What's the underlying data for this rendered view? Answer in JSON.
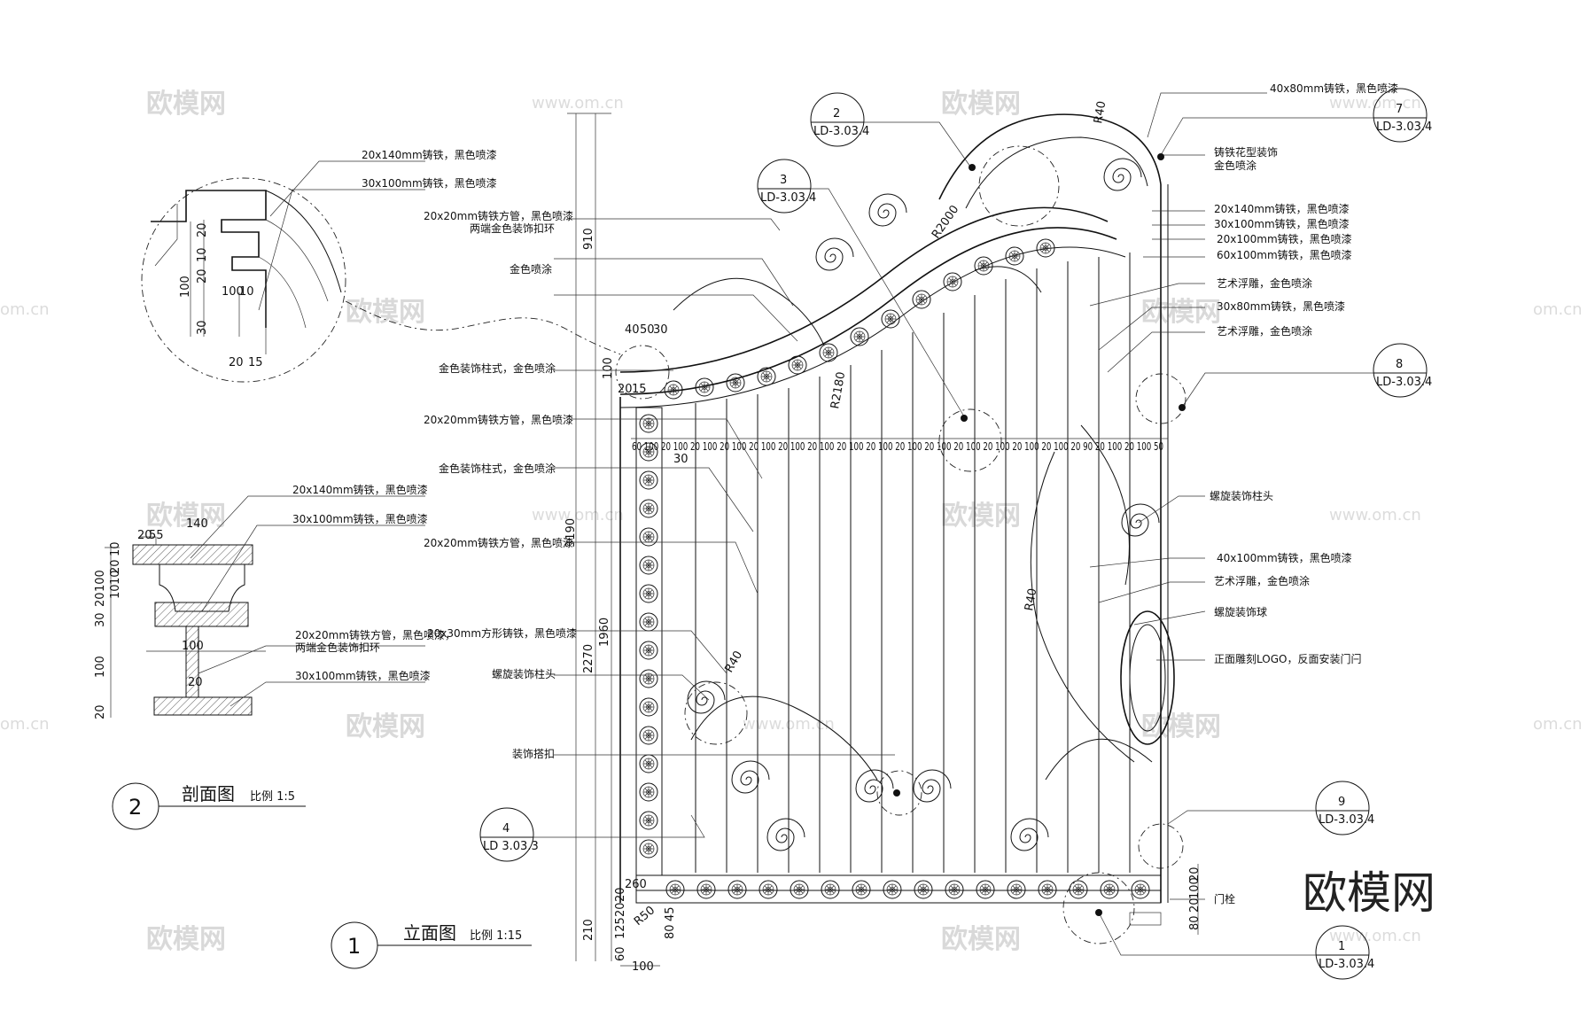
{
  "watermark": {
    "brand": "欧模网",
    "url": "www.om.cn",
    "url_short": "om.cn",
    "big_logo": "欧模网"
  },
  "titles": {
    "elevation": {
      "number": "1",
      "title": "立面图",
      "scale": "比例 1:15"
    },
    "section": {
      "number": "2",
      "title": "剖面图",
      "scale": "比例 1:5"
    }
  },
  "section_notes": [
    "20x140mm铸铁，黑色喷漆",
    "30x100mm铸铁，黑色喷漆",
    "20x140mm铸铁，黑色喷漆",
    "30x100mm铸铁，黑色喷漆",
    "20x20mm铸铁方管，黑色喷漆，",
    "两端金色装饰扣环",
    "30x100mm铸铁，黑色喷漆"
  ],
  "left_notes": [
    "20x20mm铸铁方管，黑色喷漆",
    "两端金色装饰扣环",
    "金色喷涂",
    "金色装饰柱式，金色喷涂",
    "20x20mm铸铁方管，黑色喷漆",
    "金色装饰柱式，金色喷涂",
    "20x20mm铸铁方管，黑色喷漆",
    "20x30mm方形铸铁，黑色喷漆",
    "螺旋装饰柱头",
    "装饰搭扣"
  ],
  "right_notes": [
    "40x80mm铸铁，黑色喷漆",
    "铸铁花型装饰",
    "金色喷涂",
    "20x140mm铸铁，黑色喷漆",
    "30x100mm铸铁，黑色喷漆",
    "20x100mm铸铁，黑色喷漆",
    "60x100mm铸铁，黑色喷漆",
    "艺术浮雕，金色喷涂",
    "30x80mm铸铁，黑色喷漆",
    "艺术浮雕，金色喷涂",
    "螺旋装饰柱头",
    "40x100mm铸铁，黑色喷漆",
    "艺术浮雕，金色喷涂",
    "螺旋装饰球",
    "正面雕刻LOGO，反面安装门闩",
    "门栓"
  ],
  "callouts": [
    {
      "num": "2",
      "ref": "LD-3.03.4"
    },
    {
      "num": "3",
      "ref": "LD-3.03.4"
    },
    {
      "num": "7",
      "ref": "LD-3.03.4"
    },
    {
      "num": "8",
      "ref": "LD-3.03.4"
    },
    {
      "num": "4",
      "ref": "LD 3.03.3"
    },
    {
      "num": "9",
      "ref": "LD-3.03.4"
    },
    {
      "num": "1",
      "ref": "LD-3.03.4"
    }
  ],
  "dimensions": {
    "vertical": [
      "910",
      "3190",
      "2270",
      "1960"
    ],
    "bottom": [
      "210",
      "60",
      "125",
      "20",
      "20",
      "100",
      "45",
      "80",
      "260"
    ],
    "top_small": [
      "40",
      "50",
      "30",
      "100",
      "20",
      "15"
    ],
    "radii": [
      "R2000",
      "R2180",
      "R40",
      "R40",
      "R50",
      "R40"
    ],
    "pickets": "60 100 20 100 20 100 20 100 20 100 20 100 20 100 20 100 20 100 20 100 20 100 20 100 20 100 20 100 20 100 20 90 20 100 20 100 50",
    "under_pickets": "30",
    "right_bottom": [
      "20",
      "100",
      "20",
      "80"
    ],
    "section_top": [
      "20",
      "10",
      "100",
      "20",
      "30",
      "100",
      "10",
      "20",
      "15"
    ],
    "section_bottom": [
      "140",
      "20",
      "55",
      "100",
      "20",
      "30",
      "20",
      "100",
      "20",
      "100",
      "20",
      "10",
      "10",
      "10"
    ]
  }
}
